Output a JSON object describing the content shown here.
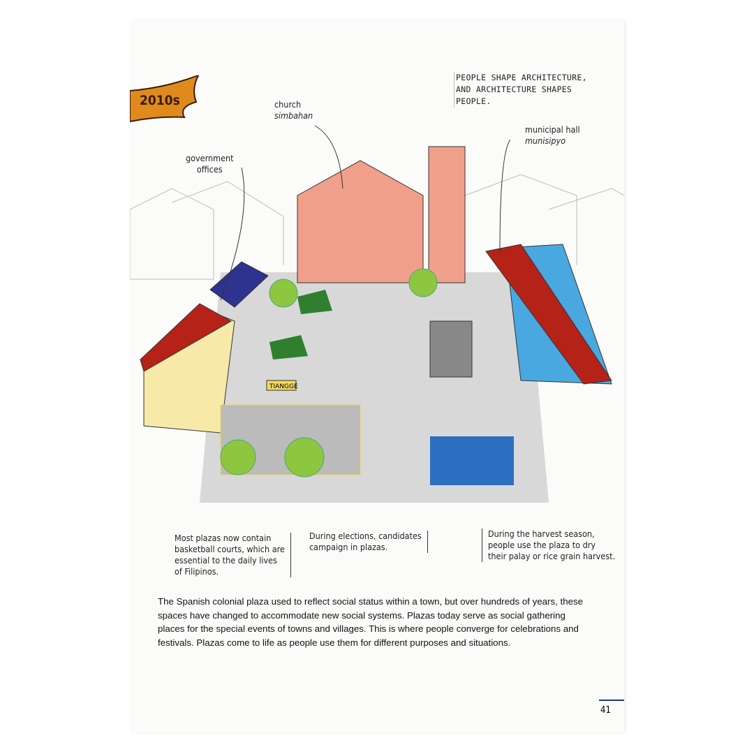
{
  "banner": {
    "label": "2010s",
    "color": "#e08a1e"
  },
  "quote": {
    "lines": [
      "PEOPLE SHAPE ARCHITECTURE,",
      "AND ARCHITECTURE SHAPES",
      "PEOPLE."
    ]
  },
  "labels": {
    "church": {
      "en": "church",
      "fil": "simbahan"
    },
    "municipal": {
      "en": "municipal hall",
      "fil": "munisipyo"
    },
    "government": {
      "line1": "government",
      "line2": "offices"
    },
    "tiangge": "TIANGGE"
  },
  "captions": {
    "basketball": [
      "Most plazas now contain",
      "basketball courts, which are",
      "essential to the daily lives",
      "of Filipinos."
    ],
    "elections": [
      "During elections, candidates",
      "campaign in plazas."
    ],
    "harvest": [
      "During the harvest season,",
      "people use the plaza to dry",
      "their palay or rice grain harvest."
    ]
  },
  "body_text": "The Spanish colonial plaza used to reflect social status within a town, but over hundreds of years, these spaces have changed to accommodate new social systems. Plazas today serve as social gathering places for the special events of towns and villages. This is where people converge for celebrations and festivals. Plazas come to life as people use them for different purposes and situations.",
  "page_number": "41"
}
